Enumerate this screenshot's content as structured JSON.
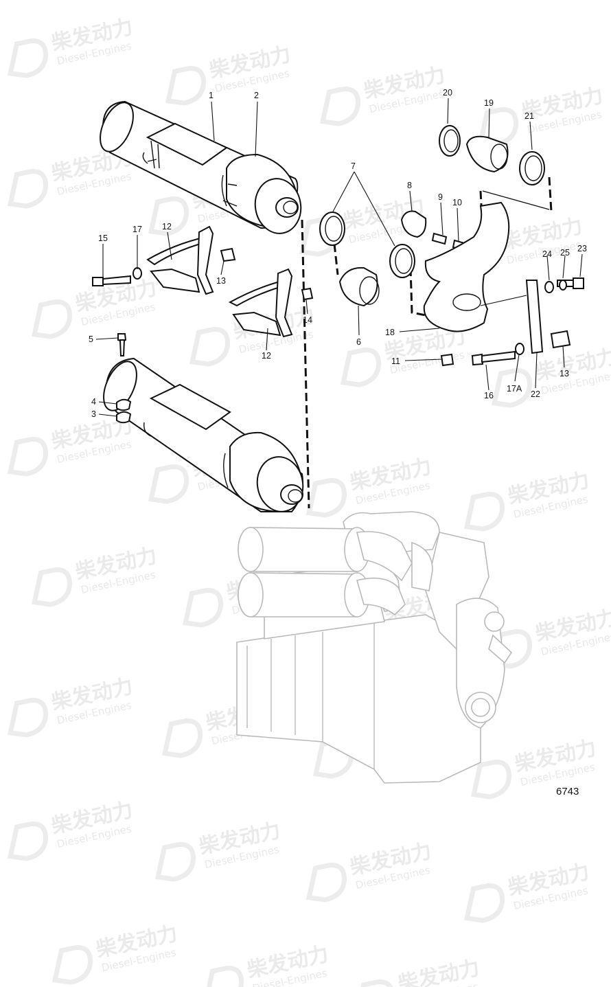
{
  "figure_number": "6743",
  "watermark": {
    "brand_cn": "柴发动力",
    "brand_en": "Diesel-Engines"
  },
  "callouts": [
    "1",
    "2",
    "3",
    "4",
    "5",
    "6",
    "7",
    "8",
    "9",
    "10",
    "11",
    "12",
    "12",
    "13",
    "13",
    "14",
    "15",
    "16",
    "17",
    "17A",
    "18",
    "19",
    "20",
    "21",
    "22",
    "23",
    "24",
    "25"
  ]
}
